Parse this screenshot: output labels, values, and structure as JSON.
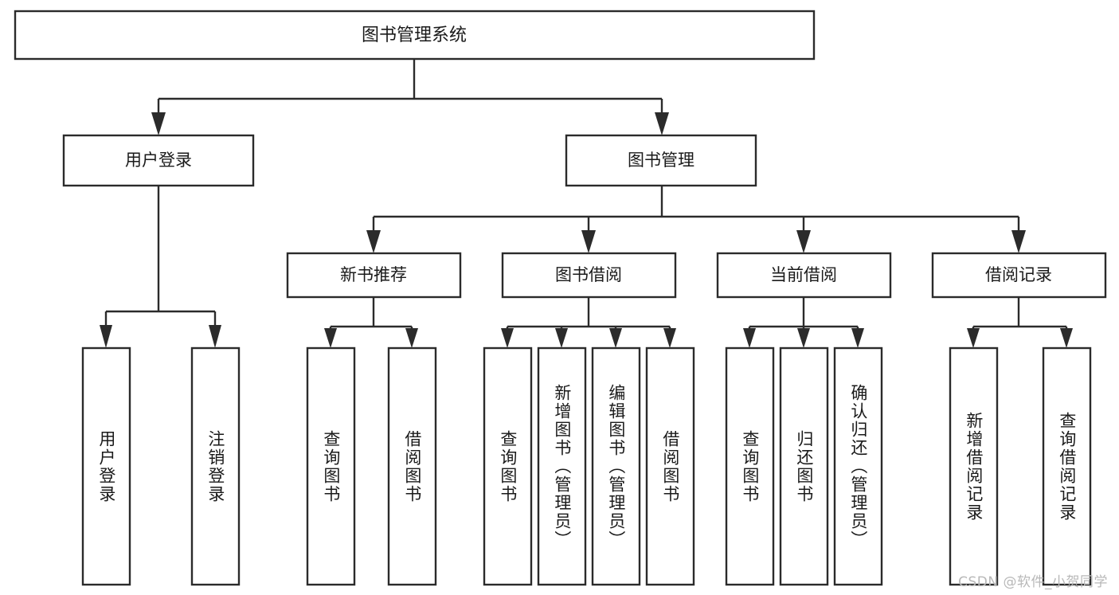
{
  "diagram": {
    "type": "hierarchy-tree",
    "title_node": "图书管理系统",
    "watermark": "CSDN @软件_小贺同学",
    "colors": {
      "background": "#ffffff",
      "stroke": "#2b2b2b",
      "box_fill": "#ffffff",
      "text": "#1a1a1a",
      "watermark": "#b8b8b8"
    },
    "levels": {
      "level1": [
        {
          "id": "root",
          "label": "图书管理系统"
        }
      ],
      "level2": [
        {
          "id": "user-login",
          "label": "用户登录"
        },
        {
          "id": "book-manage",
          "label": "图书管理"
        }
      ],
      "level3": [
        {
          "id": "new-book-recommend",
          "label": "新书推荐"
        },
        {
          "id": "book-borrow",
          "label": "图书借阅"
        },
        {
          "id": "current-borrow",
          "label": "当前借阅"
        },
        {
          "id": "borrow-record",
          "label": "借阅记录"
        }
      ],
      "level4": [
        {
          "id": "leaf-user-login",
          "label": "用户登录",
          "parent": "user-login"
        },
        {
          "id": "leaf-logout-login",
          "label": "注销登录",
          "parent": "user-login"
        },
        {
          "id": "leaf-query-book-1",
          "label": "查询图书",
          "parent": "new-book-recommend"
        },
        {
          "id": "leaf-borrow-book-1",
          "label": "借阅图书",
          "parent": "new-book-recommend"
        },
        {
          "id": "leaf-query-book-2",
          "label": "查询图书",
          "parent": "book-borrow"
        },
        {
          "id": "leaf-add-book",
          "label": "新增图书（管理员）",
          "parent": "book-borrow"
        },
        {
          "id": "leaf-edit-book",
          "label": "编辑图书（管理员）",
          "parent": "book-borrow"
        },
        {
          "id": "leaf-borrow-book-2",
          "label": "借阅图书",
          "parent": "book-borrow"
        },
        {
          "id": "leaf-query-book-3",
          "label": "查询图书",
          "parent": "current-borrow"
        },
        {
          "id": "leaf-return-book",
          "label": "归还图书",
          "parent": "current-borrow"
        },
        {
          "id": "leaf-confirm-return",
          "label": "确认归还（管理员）",
          "parent": "current-borrow"
        },
        {
          "id": "leaf-add-record",
          "label": "新增借阅记录",
          "parent": "borrow-record"
        },
        {
          "id": "leaf-query-record",
          "label": "查询借阅记录",
          "parent": "borrow-record"
        }
      ]
    }
  }
}
